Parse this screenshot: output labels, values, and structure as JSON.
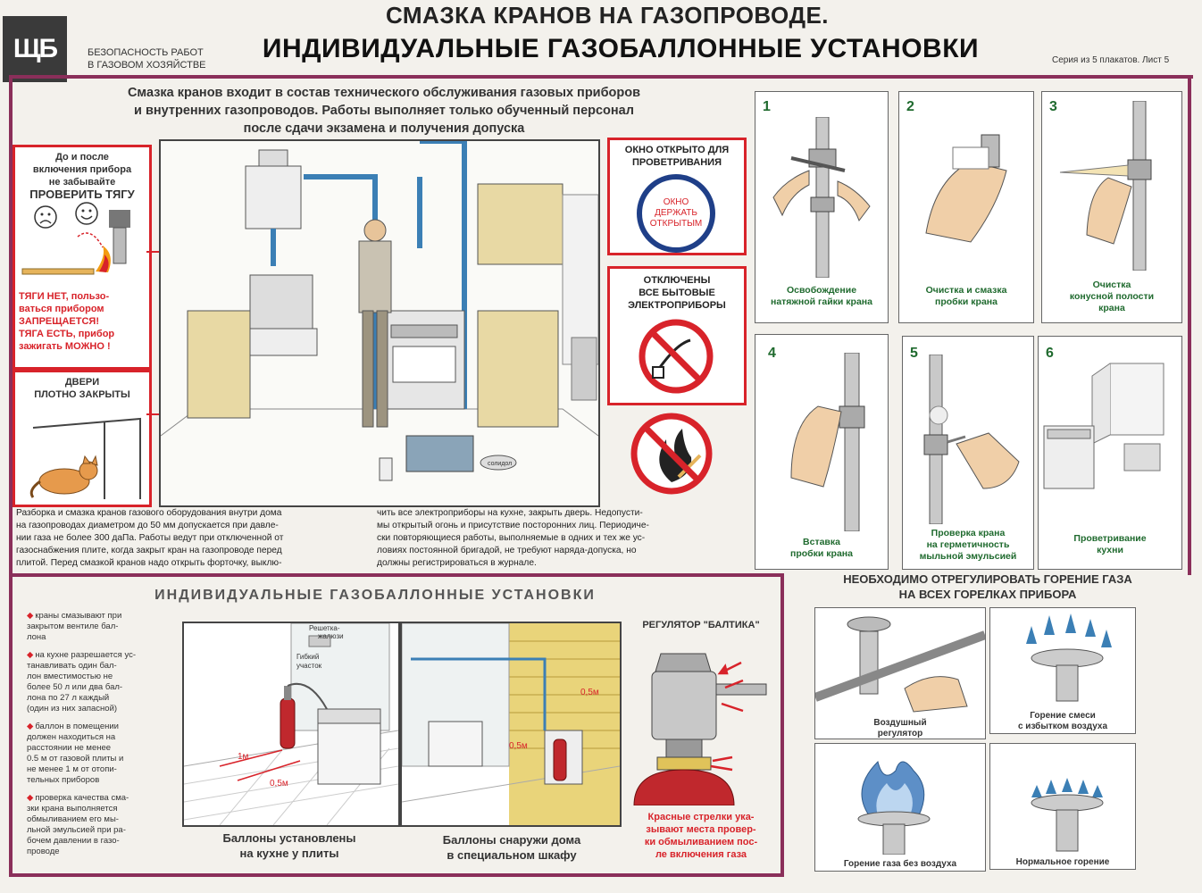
{
  "header": {
    "logo_text": "ЩБ",
    "series_left_1": "БЕЗОПАСНОСТЬ РАБОТ",
    "series_left_2": "В ГАЗОВОМ ХОЗЯЙСТВЕ",
    "title_line1": "СМАЗКА КРАНОВ НА ГАЗОПРОВОДЕ.",
    "title_line2": "ИНДИВИДУАЛЬНЫЕ ГАЗОБАЛЛОННЫЕ УСТАНОВКИ",
    "series_right": "Серия из 5 плакатов. Лист 5"
  },
  "intro": {
    "line1": "Смазка кранов входит в состав технического обслуживания газовых приборов",
    "line2": "и внутренних газопроводов. Работы выполняет только обученный персонал",
    "line3": "после сдачи экзамена и получения допуска"
  },
  "draft": {
    "l1": "До и после",
    "l2": "включения прибора",
    "l3": "не забывайте",
    "l4": "ПРОВЕРИТЬ ТЯГУ",
    "no_draft_1": "ТЯГИ НЕТ, пользо-",
    "no_draft_2": "ваться прибором",
    "no_draft_3": "ЗАПРЕЩАЕТСЯ!",
    "yes_draft_1": "ТЯГА ЕСТЬ, прибор",
    "yes_draft_2": "зажигать МОЖНО !"
  },
  "doors": {
    "l1": "ДВЕРИ",
    "l2": "ПЛОТНО ЗАКРЫТЫ"
  },
  "window_sign": {
    "l1": "ОКНО ОТКРЫТО ДЛЯ",
    "l2": "ПРОВЕТРИВАНИЯ",
    "c1": "ОКНО",
    "c2": "ДЕРЖАТЬ",
    "c3": "ОТКРЫТЫМ"
  },
  "appliances_sign": {
    "l1": "ОТКЛЮЧЕНЫ",
    "l2": "ВСЕ БЫТОВЫЕ",
    "l3": "ЭЛЕКТРОПРИБОРЫ"
  },
  "kitchen_scene": {
    "jar_label": "солидол"
  },
  "paragraph": {
    "col1": [
      "Разборка и смазка кранов газового оборудования внутри дома",
      "на газопроводах диаметром до 50 мм допускается при давле-",
      "нии газа не более 300 даПа. Работы ведут при отключенной от",
      "газоснабжения плите, когда закрыт кран на газопроводе перед",
      "плитой. Перед смазкой кранов надо открыть форточку, выклю-"
    ],
    "col2": [
      "чить все электроприборы на кухне, закрыть дверь. Недопусти-",
      "мы открытый огонь и присутствие посторонних лиц. Периодиче-",
      "ски повторяющиеся работы, выполняемые в одних и тех же ус-",
      "ловиях постоянной бригадой, не требуют наряда-допуска, но",
      "должны регистрироваться в журнале."
    ]
  },
  "steps": [
    {
      "num": "1",
      "cap1": "Освобождение",
      "cap2": "натяжной гайки крана",
      "cap3": ""
    },
    {
      "num": "2",
      "cap1": "Очистка и смазка",
      "cap2": "пробки крана",
      "cap3": ""
    },
    {
      "num": "3",
      "cap1": "Очистка",
      "cap2": "конусной полости",
      "cap3": "крана"
    },
    {
      "num": "4",
      "cap1": "Вставка",
      "cap2": "пробки крана",
      "cap3": ""
    },
    {
      "num": "5",
      "cap1": "Проверка крана",
      "cap2": "на герметичность",
      "cap3": "мыльной эмульсией"
    },
    {
      "num": "6",
      "cap1": "Проветривание",
      "cap2": "кухни",
      "cap3": ""
    }
  ],
  "lower": {
    "heading": "ИНДИВИДУАЛЬНЫЕ ГАЗОБАЛЛОННЫЕ УСТАНОВКИ",
    "bullets": [
      [
        "краны смазывают при",
        "закрытом вентиле бал-",
        "лона"
      ],
      [
        "на кухне разрешается ус-",
        "танавливать один бал-",
        "лон вместимостью не",
        "более 50 л или два бал-",
        "лона по 27 л каждый",
        "(один из них запасной)"
      ],
      [
        "баллон в помещении",
        "должен находиться на",
        "расстоянии не менее",
        "0.5 м от газовой плиты и",
        "не менее 1 м от отопи-",
        "тельных приборов"
      ],
      [
        "проверка качества сма-",
        "зки крана выполняется",
        "обмыливанием его мы-",
        "льной эмульсией при ра-",
        "бочем давлении в газо-",
        "проводе"
      ]
    ],
    "inside_cap1": "Баллоны установлены",
    "inside_cap2": "на кухне у плиты",
    "outside_cap1": "Баллоны снаружи дома",
    "outside_cap2": "в специальном шкафу",
    "label_grille_1": "Решетка-",
    "label_grille_2": "жалюзи",
    "label_hose_1": "Гибкий",
    "label_hose_2": "участок",
    "dim_1m": "1м",
    "dim_05m_a": "0,5м",
    "dim_05m_b": "0,5м",
    "dim_05m_c": "0,5м",
    "regulator_title": "РЕГУЛЯТОР \"БАЛТИКА\"",
    "regulator_note": [
      "Красные стрелки ука-",
      "зывают места провер-",
      "ки обмыливанием пос-",
      "ле включения газа"
    ]
  },
  "burners": {
    "heading1": "НЕОБХОДИМО ОТРЕГУЛИРОВАТЬ ГОРЕНИЕ ГАЗА",
    "heading2": "НА ВСЕХ ГОРЕЛКАХ ПРИБОРА",
    "air_reg_1": "Воздушный",
    "air_reg_2": "регулятор",
    "excess_1": "Горение смеси",
    "excess_2": "с избытком воздуха",
    "no_air": "Горение газа без воздуха",
    "normal": "Нормальное горение"
  },
  "colors": {
    "frame": "#8a2f5a",
    "warning_red": "#d8232a",
    "caption_green": "#1f6a2e",
    "pipe_blue": "#3b7fb5"
  }
}
